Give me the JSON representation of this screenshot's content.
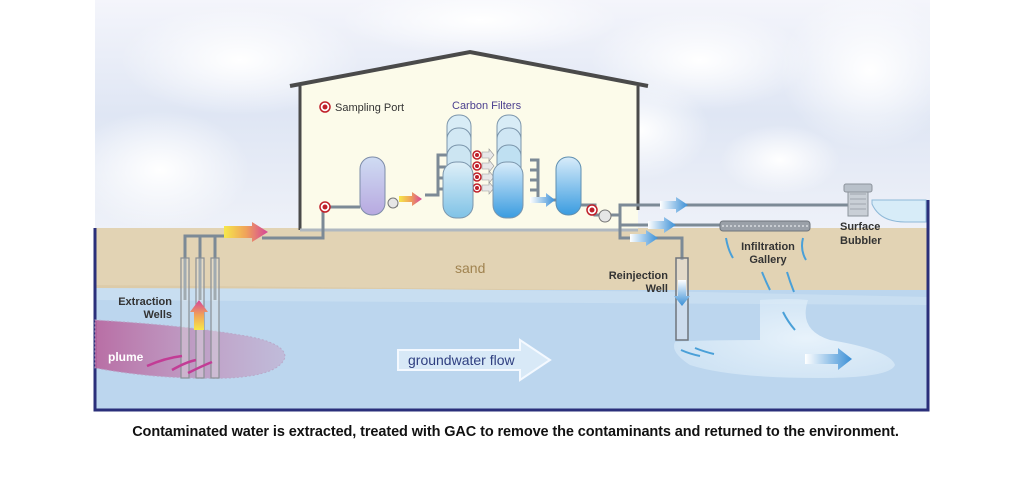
{
  "diagram": {
    "title": "Pump and treat groundwater remediation",
    "labels": {
      "sampling_port": "Sampling Port",
      "carbon_filters": "Carbon Filters",
      "sand": "sand",
      "extraction_wells_line1": "Extraction",
      "extraction_wells_line2": "Wells",
      "plume": "plume",
      "groundwater_flow": "groundwater flow",
      "reinjection_well_line1": "Reinjection",
      "reinjection_well_line2": "Well",
      "infiltration_gallery_line1": "Infiltration",
      "infiltration_gallery_line2": "Gallery",
      "surface_bubbler_line1": "Surface",
      "surface_bubbler_line2": "Bubbler"
    },
    "colors": {
      "sky_top": "#e9eef8",
      "building_fill": "#fcfbea",
      "building_outline": "#4a4a4a",
      "sand": "#e2d3b4",
      "groundwater": "#bcd6ee",
      "plume": "#c47aa8",
      "frame": "#2a2f7a",
      "sampling_port": "#c0202a",
      "carbon_filter_label": "#4b3f8f",
      "sand_label": "#a08350",
      "groundwater_label": "#2f3f80",
      "treated_arrow": "#3f9ad8"
    }
  },
  "caption": "Contaminated water is extracted, treated with GAC to remove the contaminants and returned to the environment."
}
